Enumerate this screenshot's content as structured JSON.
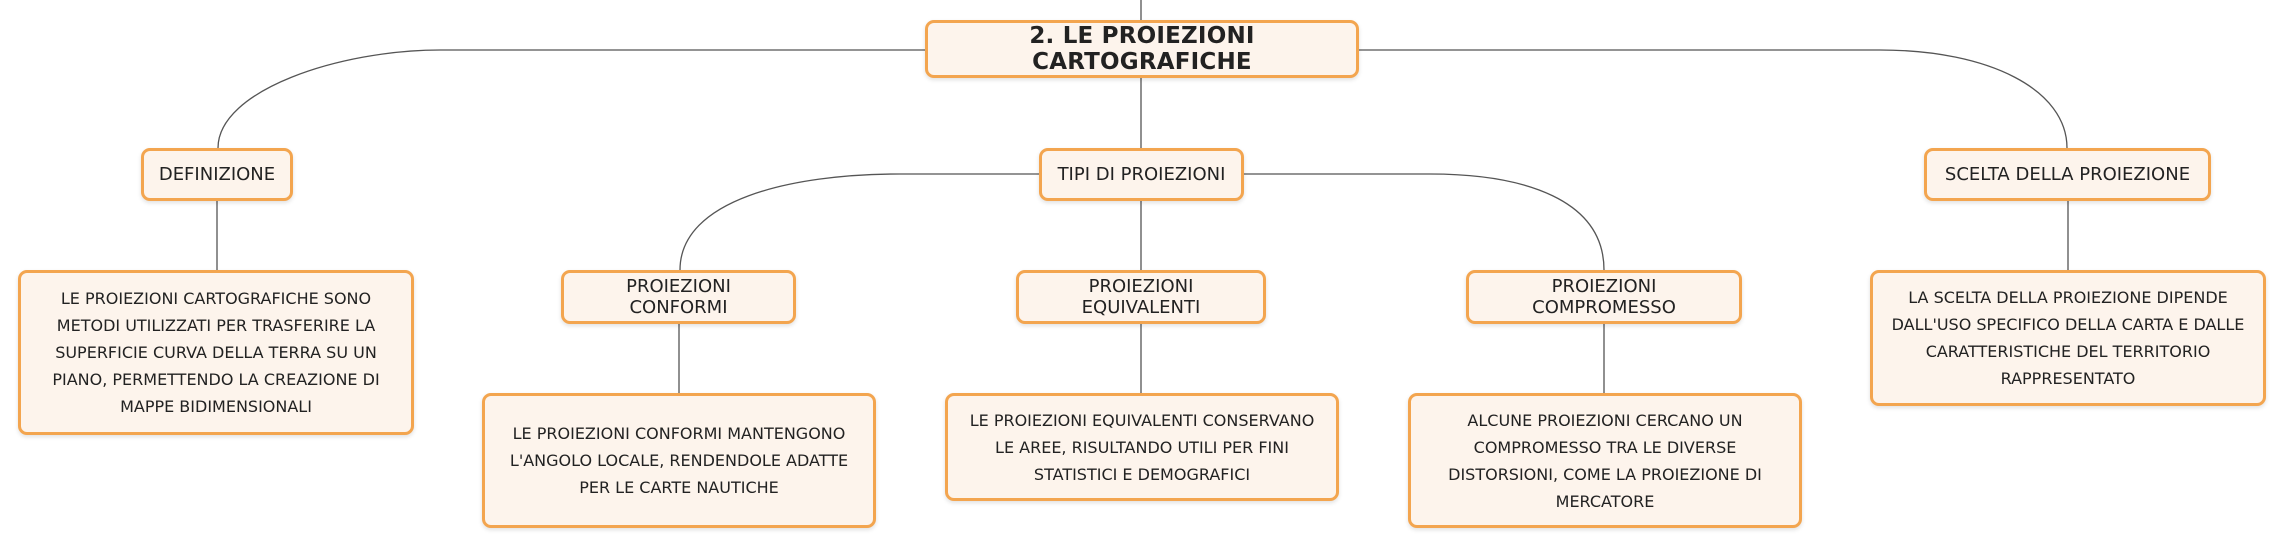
{
  "root": {
    "label": "2. LE PROIEZIONI CARTOGRAFICHE"
  },
  "branches": {
    "definizione": {
      "label": "DEFINIZIONE",
      "text": "LE PROIEZIONI CARTOGRAFICHE SONO METODI UTILIZZATI PER TRASFERIRE LA SUPERFICIE CURVA DELLA TERRA SU UN PIANO, PERMETTENDO LA CREAZIONE DI MAPPE BIDIMENSIONALI"
    },
    "tipi": {
      "label": "TIPI DI PROIEZIONI",
      "conformi": {
        "label": "PROIEZIONI CONFORMI",
        "text": "LE PROIEZIONI CONFORMI MANTENGONO L'ANGOLO LOCALE, RENDENDOLE ADATTE PER LE CARTE NAUTICHE"
      },
      "equivalenti": {
        "label": "PROIEZIONI EQUIVALENTI",
        "text": "LE PROIEZIONI EQUIVALENTI CONSERVANO LE AREE, RISULTANDO UTILI PER FINI STATISTICI E DEMOGRAFICI"
      },
      "compromesso": {
        "label": "PROIEZIONI COMPROMESSO",
        "text": "ALCUNE PROIEZIONI CERCANO UN COMPROMESSO TRA LE DIVERSE DISTORSIONI, COME LA PROIEZIONE DI MERCATORE"
      }
    },
    "scelta": {
      "label": "SCELTA DELLA PROIEZIONE",
      "text": "LA SCELTA DELLA PROIEZIONE DIPENDE DALL'USO SPECIFICO DELLA CARTA E DALLE CARATTERISTICHE DEL TERRITORIO RAPPRESENTATO"
    }
  },
  "colors": {
    "node_border": "#f3a54f",
    "node_fill": "#fdf4ec",
    "connector": "#555555"
  }
}
